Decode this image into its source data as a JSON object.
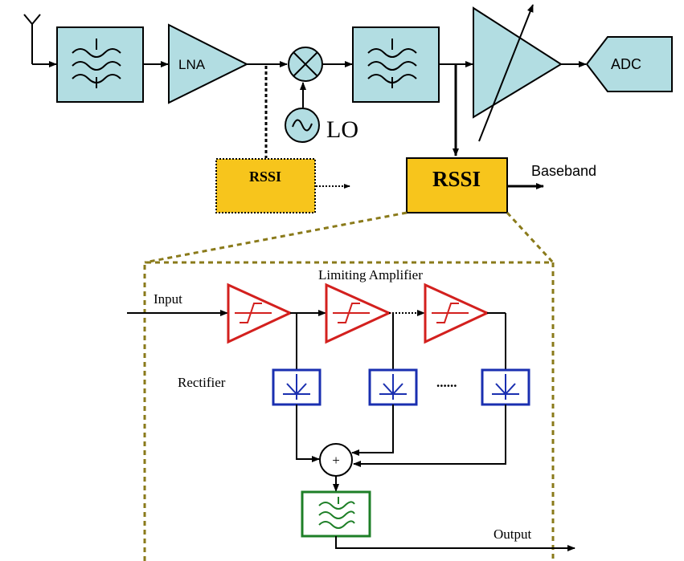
{
  "blocks": {
    "lna": "LNA",
    "adc": "ADC",
    "lo": "LO",
    "rssi_dotted": "RSSI",
    "rssi_main": "RSSI",
    "baseband": "Baseband"
  },
  "detail": {
    "title": "Limiting Amplifier",
    "input": "Input",
    "rectifier": "Rectifier",
    "ellipsis": "......",
    "adder": "+",
    "output": "Output"
  },
  "colors": {
    "filter_fill": "#b2dde2",
    "rssi_fill": "#f7c51c",
    "limiter_red": "#d3201e",
    "rectifier_blue": "#1a2fb0",
    "lpf_green": "#1e7f27",
    "dashed_olive": "#8a7a1a"
  }
}
